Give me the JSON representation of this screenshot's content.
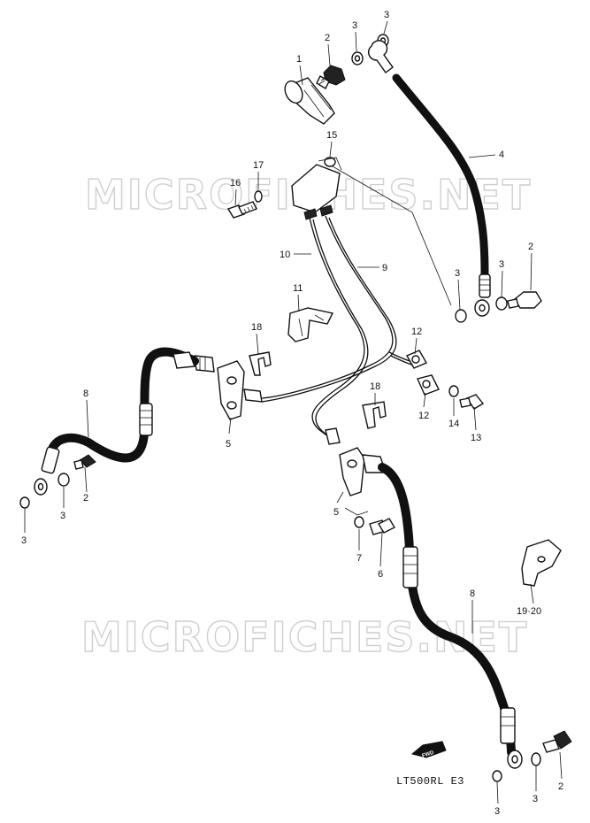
{
  "watermarks": [
    "MICROFICHES.NET",
    "MICROFICHES.NET"
  ],
  "model_code": "LT500RL  E3",
  "fwd_label": "FWD",
  "callouts": [
    "1",
    "2",
    "3",
    "3",
    "4",
    "15",
    "17",
    "16",
    "10",
    "9",
    "2",
    "3",
    "3",
    "11",
    "18",
    "12",
    "8",
    "5",
    "12",
    "14",
    "13",
    "18",
    "2",
    "3",
    "3",
    "5",
    "7",
    "6",
    "19·20",
    "8",
    "3",
    "3",
    "2"
  ]
}
